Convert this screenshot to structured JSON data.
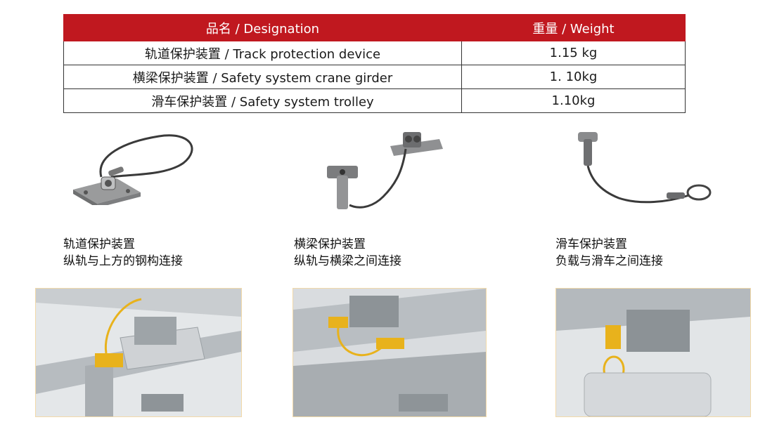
{
  "table": {
    "headers": [
      "品名 /  Designation",
      "重量 / Weight"
    ],
    "rows": [
      {
        "designation": "轨道保护装置  / Track protection device",
        "weight": "1.15 kg"
      },
      {
        "designation": "横梁保护装置  /   Safety  system  crane  girder",
        "weight": "1. 10kg"
      },
      {
        "designation": "滑车保护装置  / Safety system trolley",
        "weight": "1.10kg"
      }
    ]
  },
  "products": [
    {
      "title": "轨道保护装置",
      "description": "纵轨与上方的钢构连接"
    },
    {
      "title": "横梁保护装置",
      "description": "纵轨与横梁之间连接"
    },
    {
      "title": "滑车保护装置",
      "description": "负载与滑车之间连接"
    }
  ],
  "colors": {
    "header_bg": "#c0181f",
    "header_text": "#ffffff",
    "device_yellow": "#e8b21c",
    "frame_border": "#f2d9a8"
  }
}
